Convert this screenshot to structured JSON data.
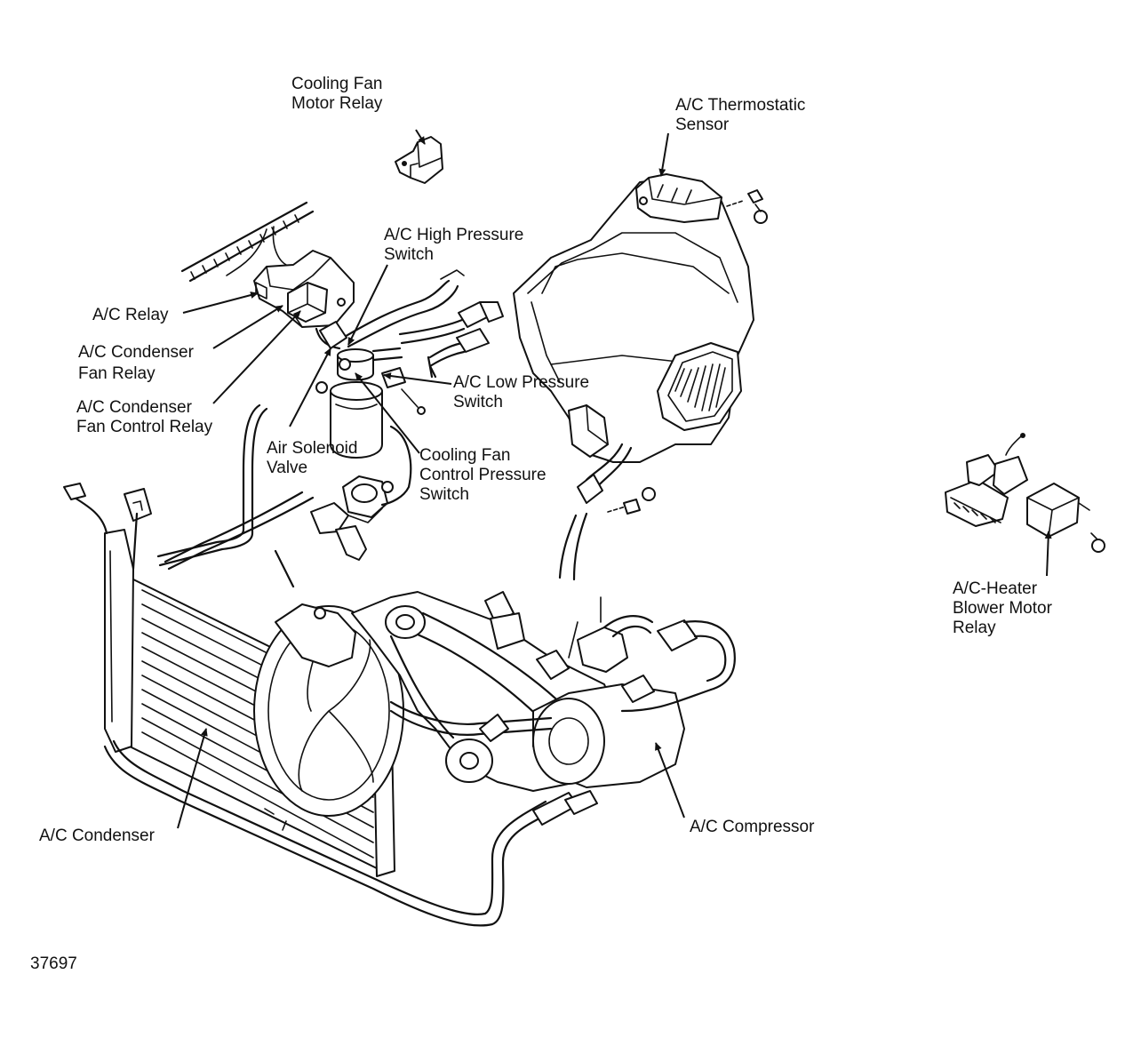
{
  "figure_number": "37697",
  "labels": {
    "cooling_fan_motor_relay": [
      "Cooling Fan",
      "Motor Relay"
    ],
    "ac_thermostatic_sensor": [
      "A/C Thermostatic",
      "Sensor"
    ],
    "ac_high_pressure_switch": [
      "A/C High Pressure",
      "Switch"
    ],
    "ac_relay": [
      "A/C Relay"
    ],
    "ac_condenser_fan_relay": [
      "A/C Condenser",
      "Fan Relay"
    ],
    "ac_condenser_fan_control_relay": [
      "A/C Condenser",
      "Fan Control Relay"
    ],
    "ac_low_pressure_switch": [
      "A/C Low Pressure",
      "Switch"
    ],
    "air_solenoid_valve": [
      "Air Solenoid",
      "Valve"
    ],
    "cooling_fan_control_pressure_switch": [
      "Cooling Fan",
      "Control Pressure",
      "Switch"
    ],
    "ac_heater_blower_motor_relay": [
      "A/C-Heater",
      "Blower Motor",
      "Relay"
    ],
    "ac_condenser": [
      "A/C Condenser"
    ],
    "ac_compressor": [
      "A/C Compressor"
    ]
  }
}
